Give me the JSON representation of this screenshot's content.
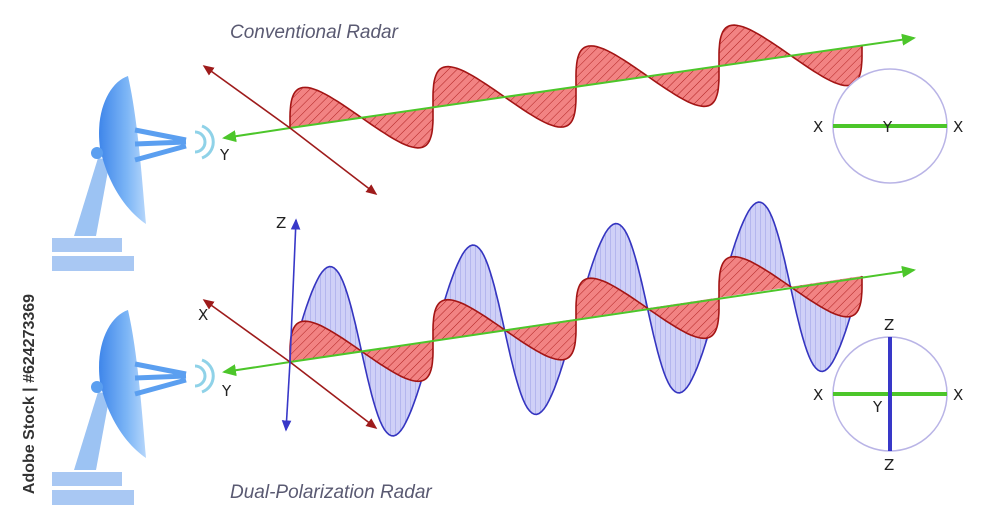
{
  "titles": {
    "conventional": "Conventional Radar",
    "dual": "Dual-Polarization Radar"
  },
  "axis_labels": {
    "top_y": "Y",
    "bottom_z": "Z",
    "bottom_x": "X",
    "bottom_y": "Y"
  },
  "circle_top": {
    "left": "X",
    "right": "X",
    "center": "Y"
  },
  "circle_bottom": {
    "top": "Z",
    "bottom": "Z",
    "left": "X",
    "right": "X",
    "center": "Y"
  },
  "watermark": "Adobe Stock | #624273369",
  "colors": {
    "horizontal_wave_fill": "#f07c7c",
    "horizontal_wave_stroke": "#a31515",
    "vertical_wave_fill": "#c6c8f5",
    "vertical_wave_stroke": "#3535c0",
    "propagation_axis": "#4cc62a",
    "x_axis": "#9e1b1b",
    "z_axis": "#3838c8",
    "dish": "#5b9ff0",
    "circle_outline": "#b9b4e6"
  }
}
